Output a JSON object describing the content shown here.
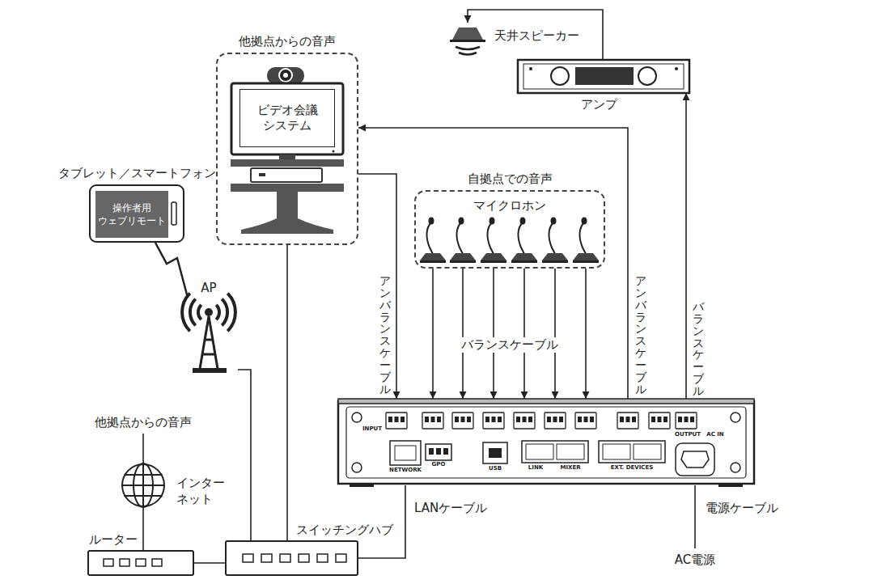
{
  "diagram": {
    "nodes": [
      {
        "text": [
          "他拠点からの音声"
        ]
      },
      {
        "text": [
          "ビデオ会議 システム"
        ],
        "in": 0
      },
      {
        "text": [
          "タブレット／スマートフォン",
          "操作者用 ウェブリモート"
        ]
      },
      {
        "text": [
          "AP"
        ]
      },
      {
        "text": [
          "天井スピーカー"
        ]
      },
      {
        "text": [
          "アンプ"
        ]
      },
      {
        "text": [
          "自拠点での音声",
          "マイクロホン"
        ]
      },
      {
        "text": [
          "インター ネット"
        ]
      },
      {
        "text": [
          "ルーター"
        ]
      },
      {
        "text": [
          "スイッチングハブ"
        ]
      },
      {
        "text": [
          "INPUT",
          "NETWORK",
          "GPO",
          "USB",
          "LINK",
          "MIXER",
          "EXT. DEVICES",
          "OUTPUT",
          "AC IN"
        ]
      }
    ],
    "edges": [
      {
        "from": 0,
        "to": 10,
        "arrow": "to",
        "label": "アンバランスケーブル"
      },
      {
        "from": 6,
        "to": 10,
        "arrow": "to"
      },
      {
        "from": 6,
        "to": 10,
        "arrow": "to"
      },
      {
        "from": 6,
        "to": 10,
        "arrow": "to"
      },
      {
        "from": 6,
        "to": 10,
        "arrow": "to"
      },
      {
        "from": 6,
        "to": 10,
        "arrow": "to"
      },
      {
        "from": 6,
        "to": 10,
        "arrow": "to"
      },
      {
        "from": 10,
        "to": 0,
        "arrow": "to",
        "label": "アンバランスケーブル"
      },
      {
        "from": 10,
        "to": 5,
        "arrow": "to",
        "label": "バランスケーブル"
      },
      {
        "from": 5,
        "to": 4,
        "arrow": "to"
      },
      {
        "from": 2,
        "to": 3,
        "arrow": "none"
      },
      {
        "from": 3,
        "to": 9,
        "arrow": "none"
      },
      {
        "from": 0,
        "to": 9,
        "arrow": "none"
      },
      {
        "from": 10,
        "to": 9,
        "arrow": "none",
        "label": "LANケーブル"
      },
      {
        "from": 7,
        "to": 8,
        "arrow": "none"
      },
      {
        "from": 8,
        "to": 9,
        "arrow": "none"
      }
    ],
    "labels": [
      "他拠点からの音声",
      "バランスケーブル",
      "電源ケーブル",
      "AC電源"
    ]
  }
}
